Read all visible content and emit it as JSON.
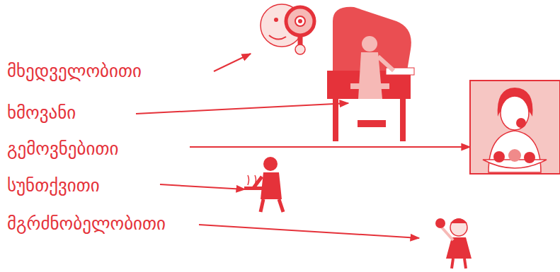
{
  "diagram": {
    "labels": [
      "მხედველობითი",
      "ხმოვანი",
      "გემოვნებითი",
      "სუნთქვითი",
      "მგრძნობელობითი"
    ]
  }
}
